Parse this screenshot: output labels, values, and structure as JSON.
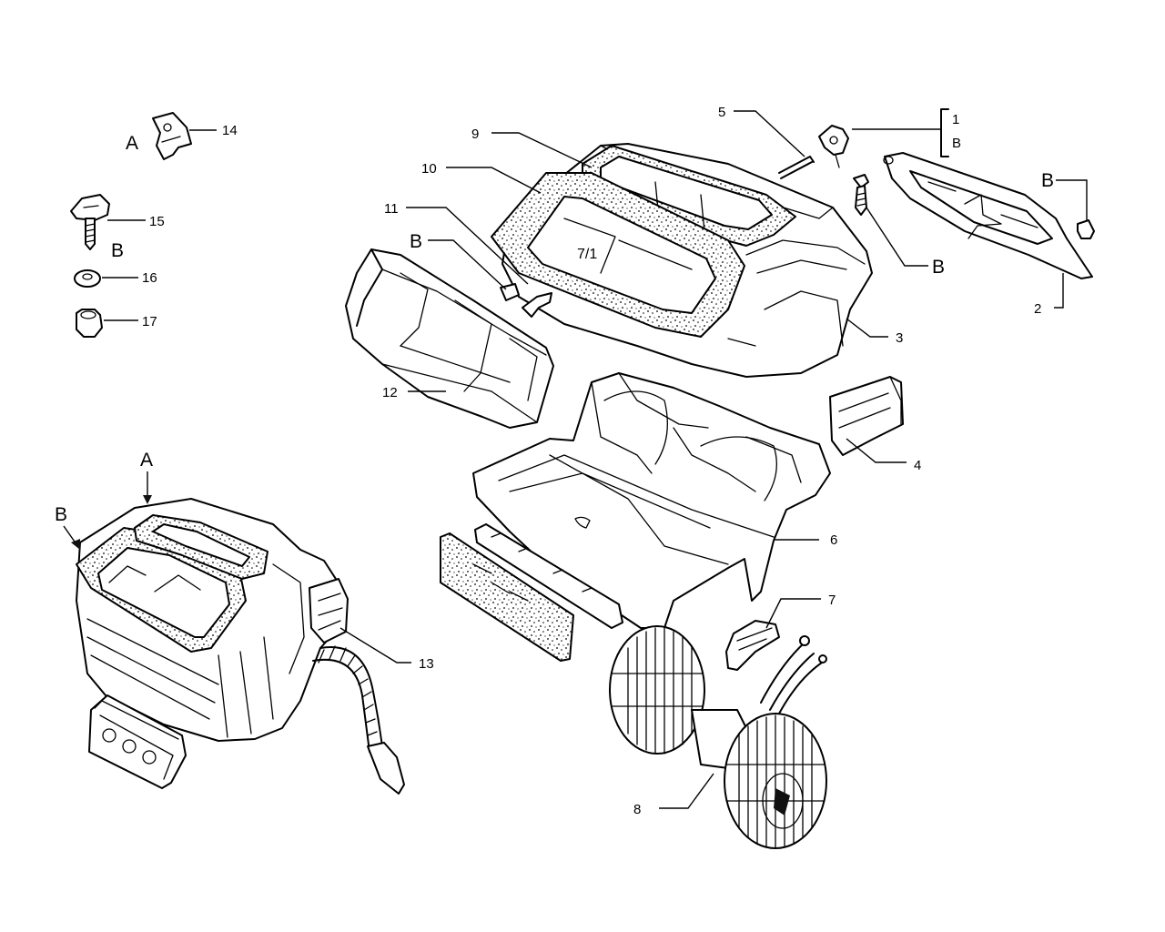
{
  "diagram": {
    "callouts": [
      {
        "id": "1",
        "text": "1"
      },
      {
        "id": "1b",
        "text": "B"
      },
      {
        "id": "2",
        "text": "2"
      },
      {
        "id": "3",
        "text": "3"
      },
      {
        "id": "4",
        "text": "4"
      },
      {
        "id": "5",
        "text": "5"
      },
      {
        "id": "6",
        "text": "6"
      },
      {
        "id": "7",
        "text": "7"
      },
      {
        "id": "8",
        "text": "8"
      },
      {
        "id": "9",
        "text": "9"
      },
      {
        "id": "10",
        "text": "10"
      },
      {
        "id": "11",
        "text": "11"
      },
      {
        "id": "12",
        "text": "12"
      },
      {
        "id": "13",
        "text": "13"
      },
      {
        "id": "14",
        "text": "14"
      },
      {
        "id": "15",
        "text": "15"
      },
      {
        "id": "16",
        "text": "16"
      },
      {
        "id": "17",
        "text": "17"
      }
    ],
    "letters": {
      "a_clip": "A",
      "b_fixings": "B",
      "b_cover_left": "B",
      "b_screw": "B",
      "b_grommet": "B",
      "a_unit": "A",
      "b_unit": "B"
    },
    "duct_text": "7/1"
  }
}
